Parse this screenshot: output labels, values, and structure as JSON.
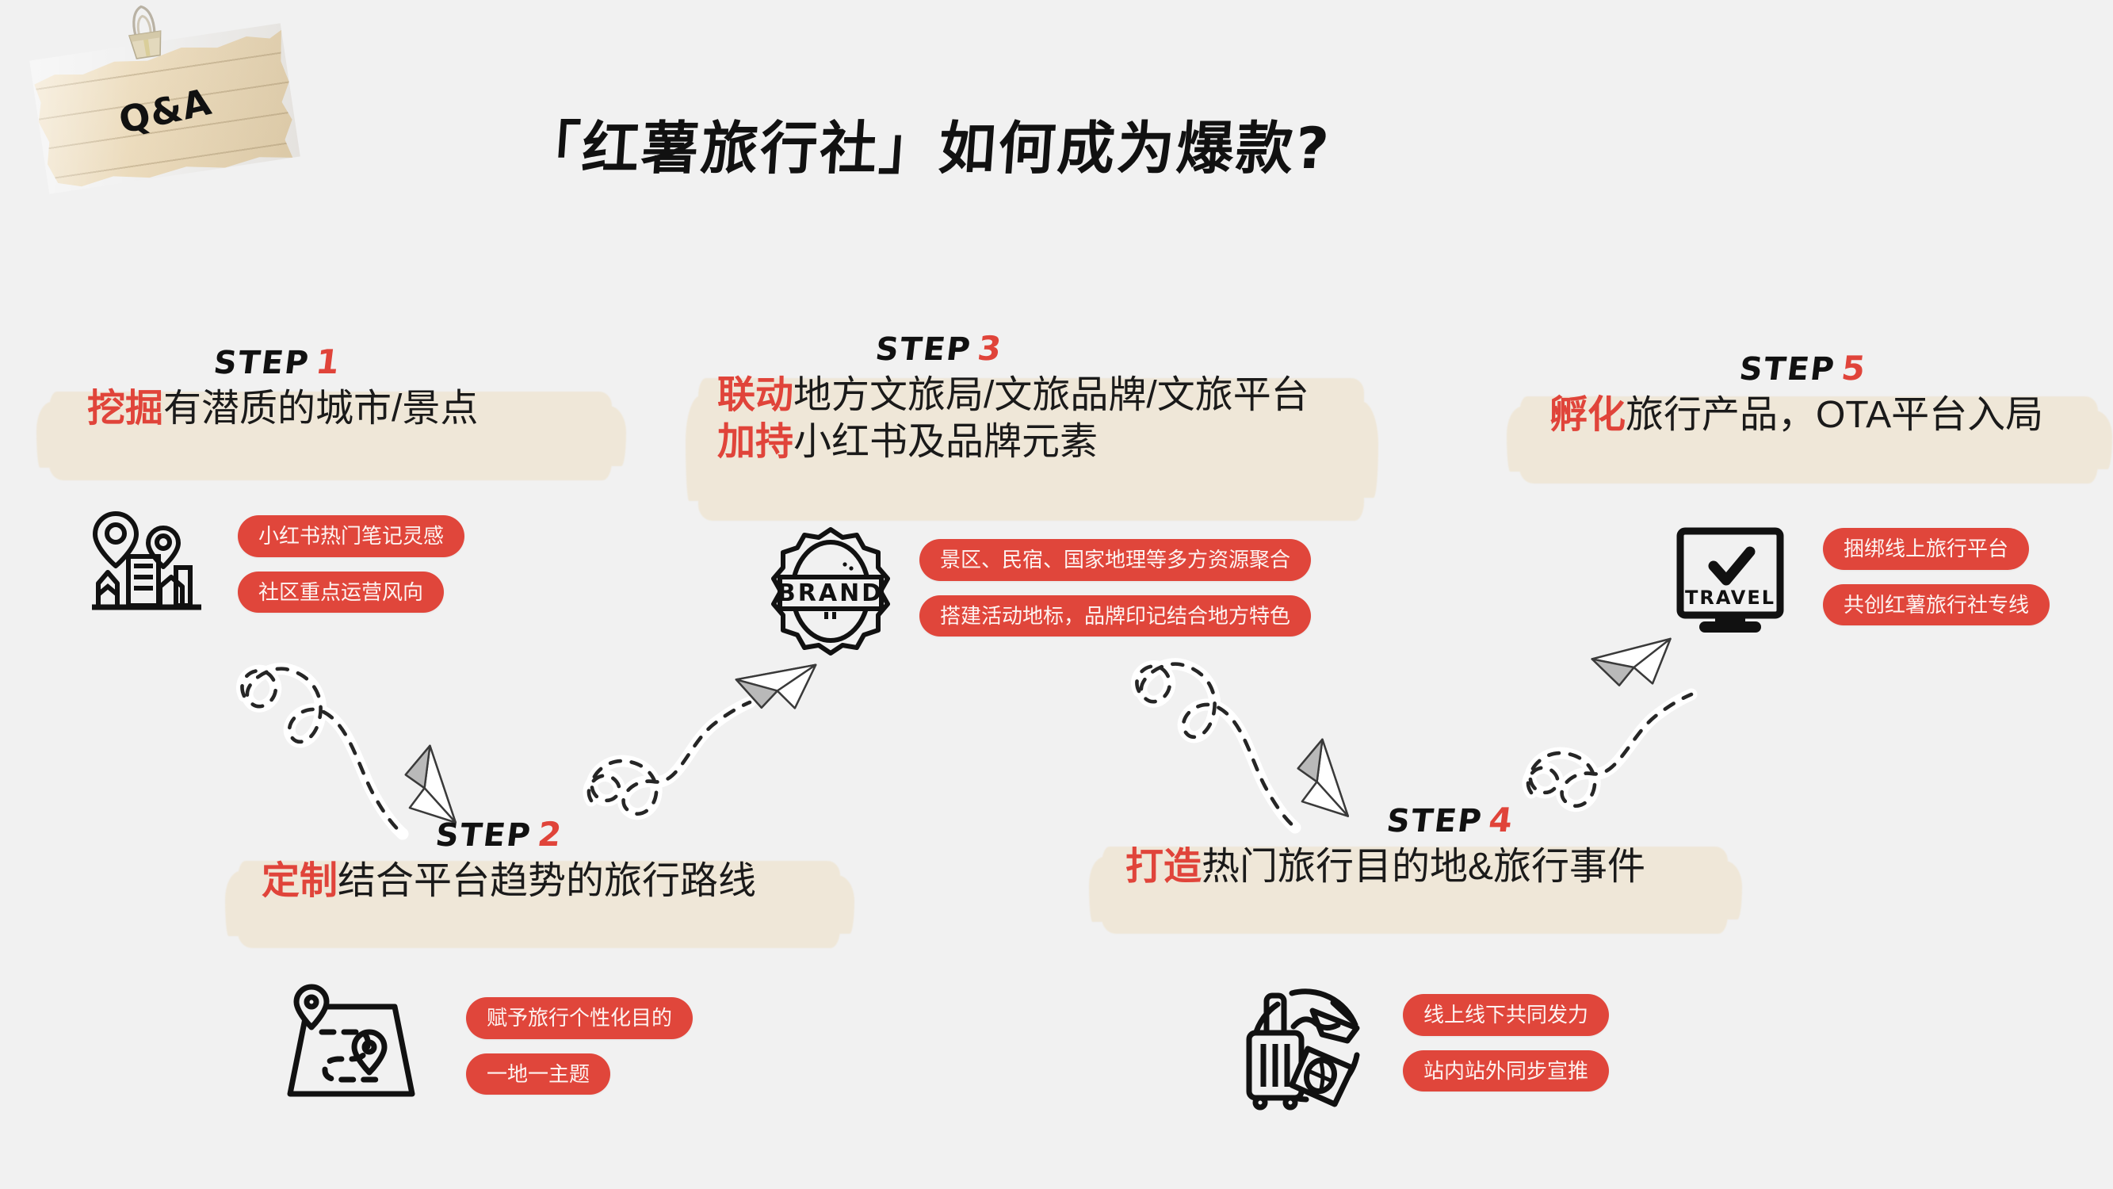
{
  "page": {
    "background_color": "#f1f1f1",
    "accent_red": "#e0463b",
    "highlight_beige": "#efe7d8",
    "note_paper": "#ecdcbe"
  },
  "note": {
    "label": "Q&A",
    "clip_icon": "binder-clip-icon"
  },
  "title": "「红薯旅行社」如何成为爆款?",
  "steps": [
    {
      "id": "step-1",
      "label": "STEP",
      "number": "1",
      "lines": [
        {
          "keyword": "挖掘",
          "rest": "有潜质的城市/景点"
        }
      ],
      "icon": "city-location-pin-icon",
      "tags": [
        "小红书热门笔记灵感",
        "社区重点运营风向"
      ]
    },
    {
      "id": "step-2",
      "label": "STEP",
      "number": "2",
      "lines": [
        {
          "keyword": "定制",
          "rest": "结合平台趋势的旅行路线"
        }
      ],
      "icon": "route-map-icon",
      "tags": [
        "赋予旅行个性化目的",
        "一地一主题"
      ]
    },
    {
      "id": "step-3",
      "label": "STEP",
      "number": "3",
      "lines": [
        {
          "keyword": "联动",
          "rest": "地方文旅局/文旅品牌/文旅平台"
        },
        {
          "keyword": "加持",
          "rest": "小红书及品牌元素"
        }
      ],
      "icon": "brand-badge-icon",
      "tags": [
        "景区、民宿、国家地理等多方资源聚合",
        "搭建活动地标，品牌印记结合地方特色"
      ]
    },
    {
      "id": "step-4",
      "label": "STEP",
      "number": "4",
      "lines": [
        {
          "keyword": "打造",
          "rest": "热门旅行目的地&旅行事件"
        }
      ],
      "icon": "luggage-passport-icon",
      "tags": [
        "线上线下共同发力",
        "站内站外同步宣推"
      ]
    },
    {
      "id": "step-5",
      "label": "STEP",
      "number": "5",
      "lines": [
        {
          "keyword": "孵化",
          "rest": "旅行产品，OTA平台入局"
        }
      ],
      "icon": "travel-monitor-icon",
      "icon_text": "TRAVEL",
      "tags": [
        "捆绑线上旅行平台",
        "共创红薯旅行社专线"
      ]
    }
  ],
  "connectors": [
    {
      "name": "arrow-step1-to-step2",
      "icon": "paper-plane-dotted-arrow"
    },
    {
      "name": "arrow-step2-to-step3",
      "icon": "paper-plane-dotted-arrow"
    },
    {
      "name": "arrow-step3-to-step4",
      "icon": "paper-plane-dotted-arrow"
    },
    {
      "name": "arrow-step4-to-step5",
      "icon": "paper-plane-dotted-arrow"
    }
  ]
}
